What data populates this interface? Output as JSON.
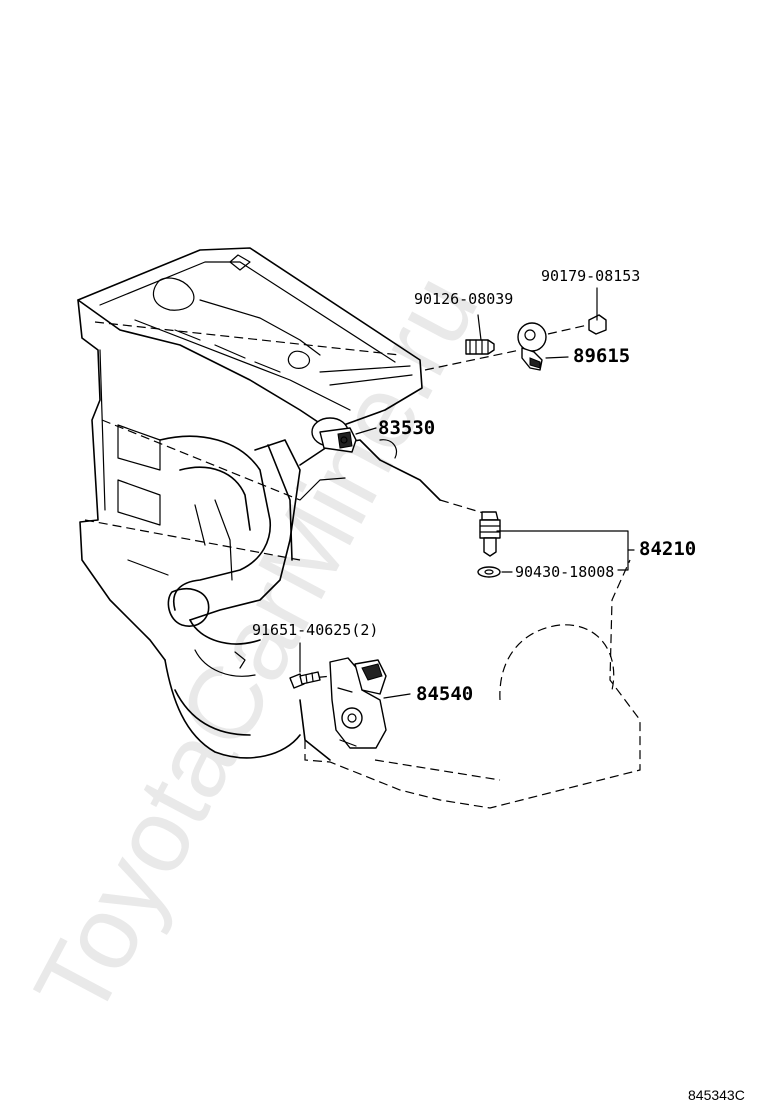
{
  "watermark": "ToyotaCarMine.ru",
  "drawing_number": "845343C",
  "parts": {
    "p90126": "90126-08039",
    "p90179": "90179-08153",
    "p89615": "89615",
    "p83530": "83530",
    "p84210": "84210",
    "p90430": "90430-18008",
    "p91651": "91651-40625(2)",
    "p84540": "84540"
  }
}
